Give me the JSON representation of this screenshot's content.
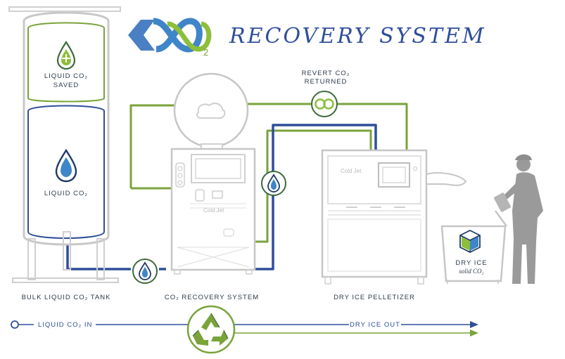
{
  "brand": {
    "logo_sub": "2",
    "title": "RECOVERY SYSTEM"
  },
  "tank": {
    "saved_label_line1": "LIQUID CO₂",
    "saved_label_line2": "SAVED",
    "liquid_label": "LIQUID CO₂",
    "caption": "BULK LIQUID CO₂ TANK"
  },
  "revert": {
    "line1": "REVERT CO₂",
    "line2": "RETURNED"
  },
  "recovery": {
    "brand_text": "Cold Jet",
    "caption": "CO₂ RECOVERY SYSTEM"
  },
  "pelletizer": {
    "brand_text": "Cold Jet",
    "caption": "DRY ICE PELLETIZER"
  },
  "dry_ice_bin": {
    "line1": "DRY ICE",
    "line2": "solid CO₂"
  },
  "flow": {
    "in_label": "LIQUID CO₂ IN",
    "out_label": "DRY ICE OUT"
  },
  "colors": {
    "blue": "#2f4e9b",
    "green": "#7aa33a",
    "gray": "#c8c8c8",
    "person": "#9a9a9a"
  }
}
